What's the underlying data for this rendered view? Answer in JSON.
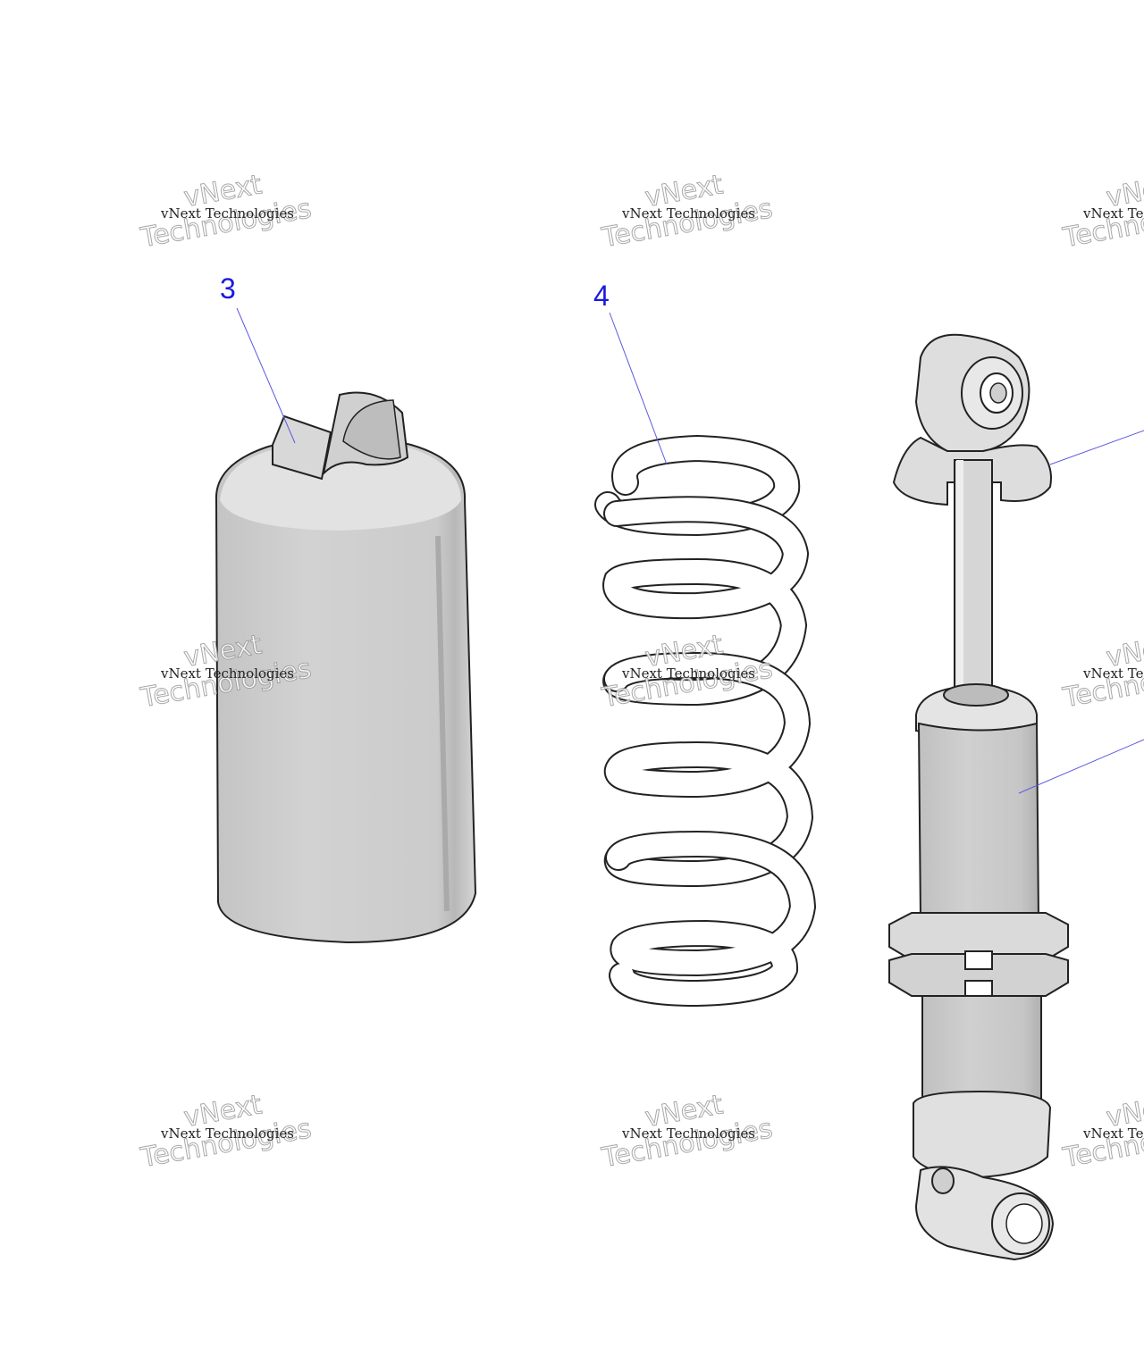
{
  "callouts": {
    "part3": "3",
    "part4": "4"
  },
  "watermark": {
    "line_small": "vNext Technologies",
    "word1": "vNext",
    "word2": "Technologies"
  },
  "colors": {
    "callout": "#1a1adb",
    "leader": "#5a5ae0",
    "part_fill": "#cccccc",
    "spring_fill": "#ffffff"
  }
}
